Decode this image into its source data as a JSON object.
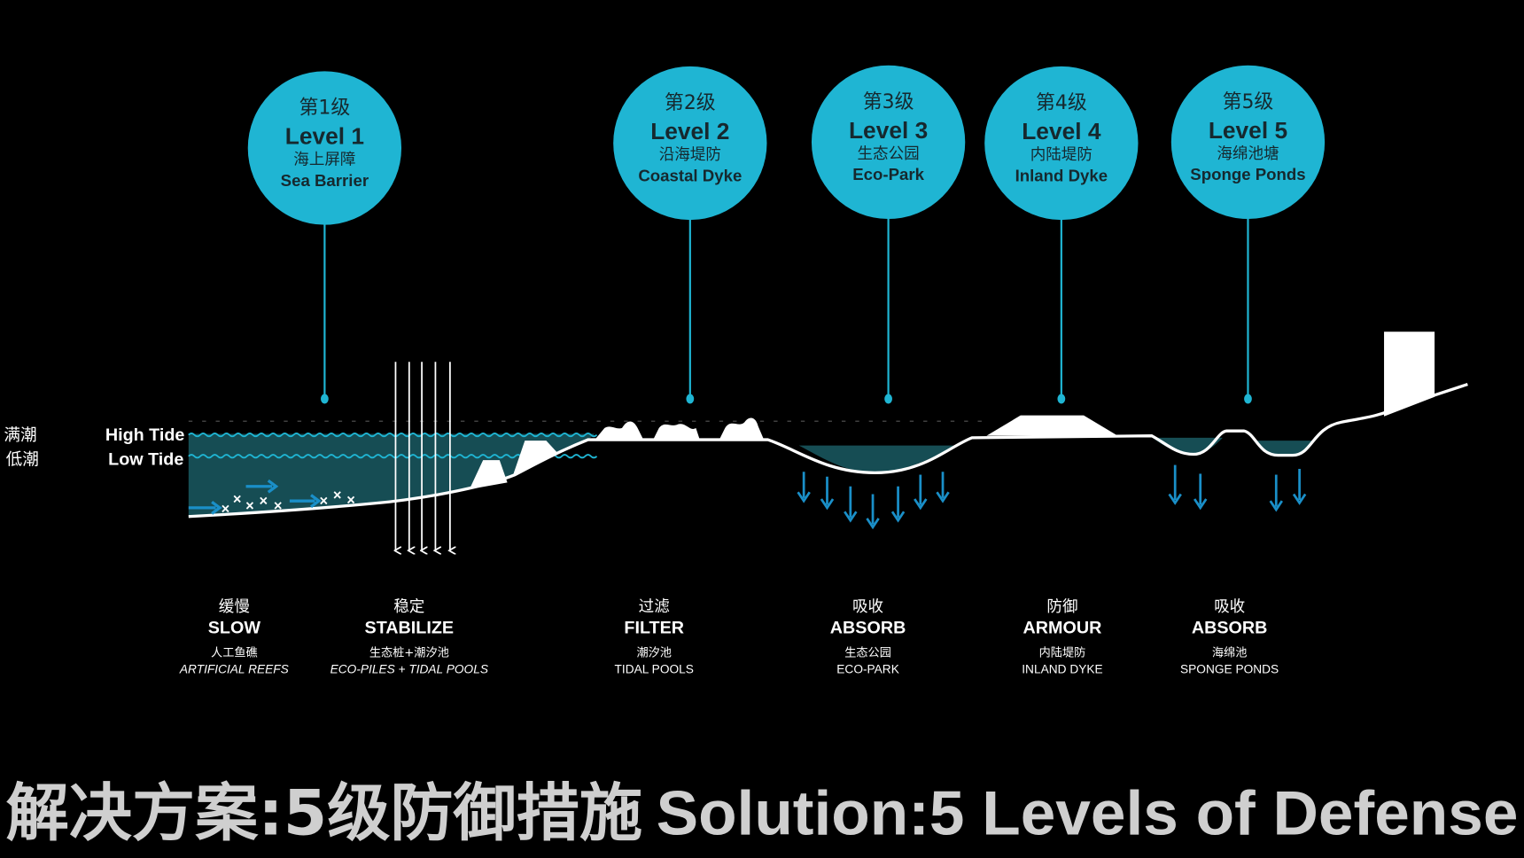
{
  "colors": {
    "circle": "#1fb5d3",
    "water": "#164d54",
    "wave": "#1fb5d3",
    "arrow": "#1a8fc8",
    "title": "#cfcfcf"
  },
  "levels": [
    {
      "cn_level": "第1级",
      "level": "Level 1",
      "cn_name": "海上屏障",
      "name": "Sea Barrier"
    },
    {
      "cn_level": "第2级",
      "level": "Level 2",
      "cn_name": "沿海堤防",
      "name": "Coastal Dyke"
    },
    {
      "cn_level": "第3级",
      "level": "Level 3",
      "cn_name": "生态公园",
      "name": "Eco-Park"
    },
    {
      "cn_level": "第4级",
      "level": "Level 4",
      "cn_name": "内陆堤防",
      "name": "Inland Dyke"
    },
    {
      "cn_level": "第5级",
      "level": "Level 5",
      "cn_name": "海绵池塘",
      "name": "Sponge Ponds"
    }
  ],
  "tide": {
    "high_cn": "满潮",
    "low_cn": "低潮",
    "high": "High Tide",
    "low": "Low Tide"
  },
  "strategies": [
    {
      "cn": "缓慢",
      "en": "SLOW",
      "sub_cn": "人工鱼礁",
      "sub_en": "ARTIFICIAL REEFS"
    },
    {
      "cn": "稳定",
      "en": "STABILIZE",
      "sub_cn": "生态桩+潮汐池",
      "sub_en": "ECO-PILES + TIDAL POOLS"
    },
    {
      "cn": "过滤",
      "en": "FILTER",
      "sub_cn": "潮汐池",
      "sub_en": "TIDAL POOLS"
    },
    {
      "cn": "吸收",
      "en": "ABSORB",
      "sub_cn": "生态公园",
      "sub_en": "ECO-PARK"
    },
    {
      "cn": "防御",
      "en": "ARMOUR",
      "sub_cn": "内陆堤防",
      "sub_en": "INLAND DYKE"
    },
    {
      "cn": "吸收",
      "en": "ABSORB",
      "sub_cn": "海绵池",
      "sub_en": "SPONGE PONDS"
    }
  ],
  "title": {
    "cn": "解决方案:5级防御措施",
    "en": "Solution:5 Levels of Defense"
  }
}
